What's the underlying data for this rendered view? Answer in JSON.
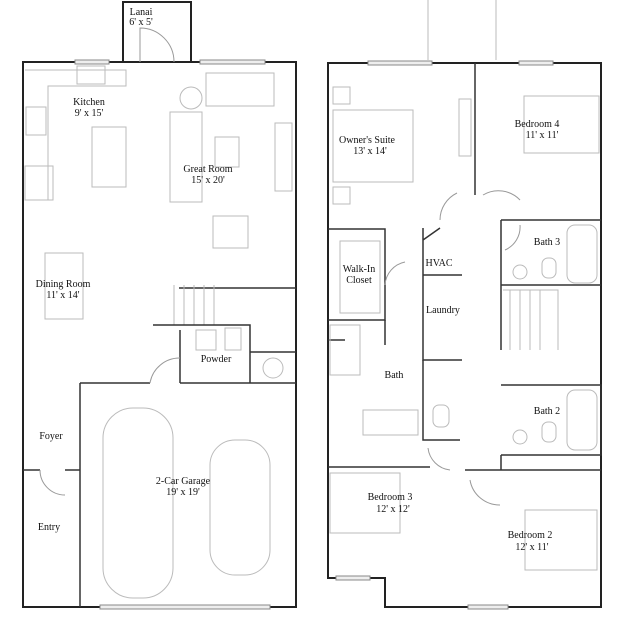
{
  "first_floor": {
    "rooms": [
      {
        "name": "Lanai",
        "size": "6' x 5'"
      },
      {
        "name": "Kitchen",
        "size": "9' x 15'"
      },
      {
        "name": "Great Room",
        "size": "15' x 20'"
      },
      {
        "name": "Dining Room",
        "size": "11' x 14'"
      },
      {
        "name": "Powder",
        "size": null
      },
      {
        "name": "Foyer",
        "size": null
      },
      {
        "name": "2-Car Garage",
        "size": "19' x 19'"
      },
      {
        "name": "Entry",
        "size": null
      }
    ]
  },
  "second_floor": {
    "rooms": [
      {
        "name": "Owner's Suite",
        "size": "13' x 14'"
      },
      {
        "name": "Bedroom 4",
        "size": "11' x 11'"
      },
      {
        "name": "Walk-In",
        "size": "Closet"
      },
      {
        "name": "HVAC",
        "size": null
      },
      {
        "name": "Laundry",
        "size": null
      },
      {
        "name": "Bath 3",
        "size": null
      },
      {
        "name": "Bath",
        "size": null
      },
      {
        "name": "Bath 2",
        "size": null
      },
      {
        "name": "Bedroom 3",
        "size": "12' x 12'"
      },
      {
        "name": "Bedroom 2",
        "size": "12' x 11'"
      }
    ]
  }
}
